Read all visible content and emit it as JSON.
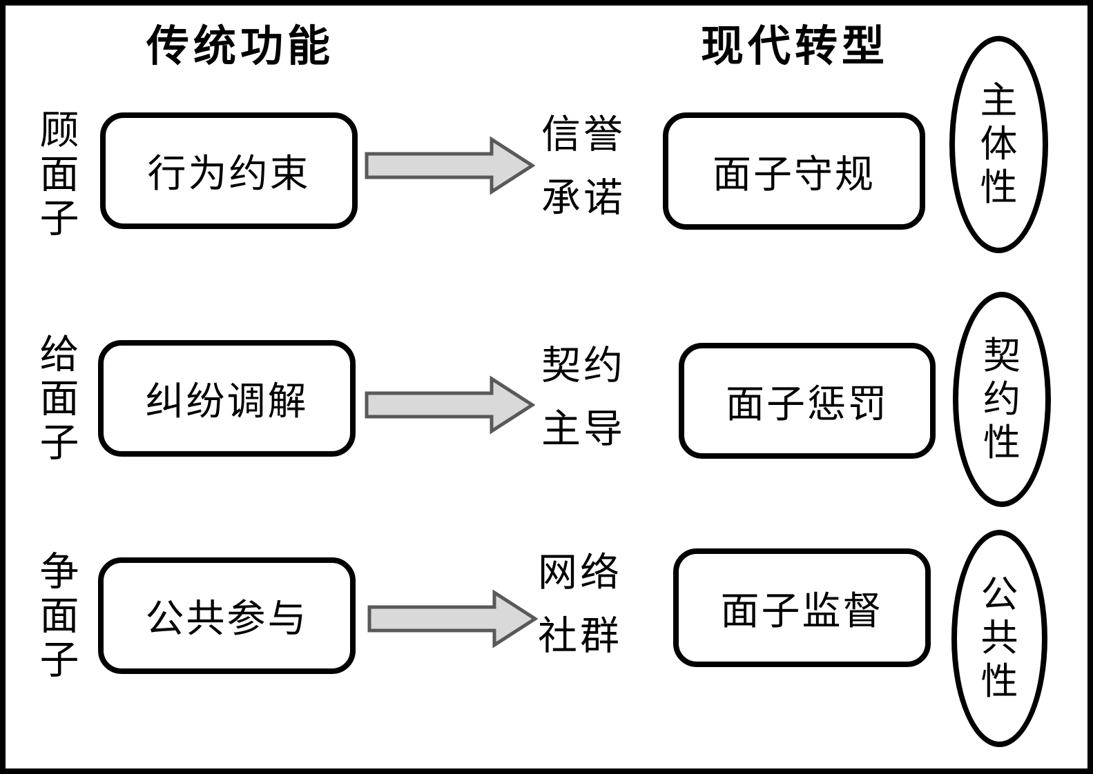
{
  "headers": {
    "left": "传统功能",
    "right": "现代转型"
  },
  "rows": [
    {
      "side_label": "顾面子",
      "source_box": "行为约束",
      "mid_line1": "信誉",
      "mid_line2": "承诺",
      "target_box": "面子守规",
      "ellipse": "主体性"
    },
    {
      "side_label": "给面子",
      "source_box": "纠纷调解",
      "mid_line1": "契约",
      "mid_line2": "主导",
      "target_box": "面子惩罚",
      "ellipse": "契约性"
    },
    {
      "side_label": "争面子",
      "source_box": "公共参与",
      "mid_line1": "网络",
      "mid_line2": "社群",
      "target_box": "面子监督",
      "ellipse": "公共性"
    }
  ],
  "colors": {
    "line": "#000000",
    "arrow_fill": "#d9d9d9",
    "arrow_stroke": "#595959",
    "background": "#ffffff"
  }
}
